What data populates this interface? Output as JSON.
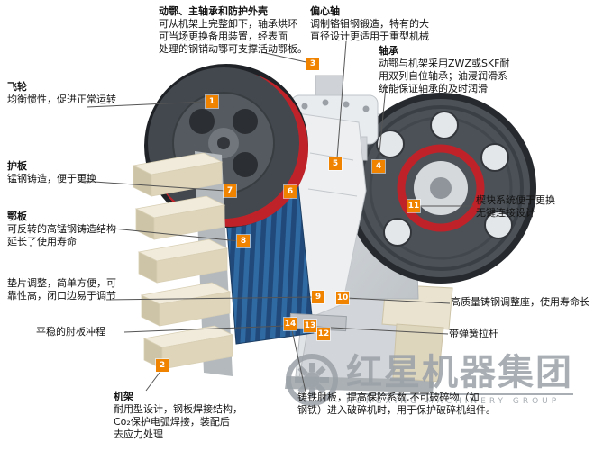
{
  "colors": {
    "marker_orange": "#f08300",
    "leader_line": "#555555",
    "watermark_gray": "#9aa1a7",
    "jaw_blue": "#2f6aa3",
    "wheel_red": "#bf2329"
  },
  "callouts": {
    "moving_jaw_assembly": {
      "title": "动鄂、主轴承和防护外壳",
      "lines": [
        "可从机架上完整卸下，轴承烘环",
        "可当场更换备用装置，经表面",
        "处理的钢销动鄂可支撑活动鄂板。"
      ]
    },
    "eccentric_shaft": {
      "title": "偏心轴",
      "lines": [
        "调制铬钼钢锻造，特有的大",
        "直径设计更适用于重型机械"
      ]
    },
    "bearing": {
      "title": "轴承",
      "lines": [
        "动鄂与机架采用ZWZ或SKF耐",
        "用双列自位轴承；油浸润滑系",
        "统能保证轴承的及时润滑"
      ]
    },
    "flywheel": {
      "title": "飞轮",
      "lines": [
        "均衡惯性，促进正常运转"
      ]
    },
    "guard_plate": {
      "title": "护板",
      "lines": [
        "锰钢铸造，便于更换"
      ]
    },
    "jaw_plate": {
      "title": "鄂板",
      "lines": [
        "可反转的高锰钢铸造结构",
        "延长了使用寿命"
      ]
    },
    "shim_adjustment": {
      "lines": [
        "垫片调整，简单方便，可",
        "靠性高，闭口边易于调节"
      ]
    },
    "toggle_stroke": {
      "lines": [
        "平稳的肘板冲程"
      ]
    },
    "frame": {
      "title": "机架",
      "lines": [
        "耐用型设计，钢板焊接结构，",
        "Co₂保护电弧焊接，装配后",
        "去应力处理"
      ]
    },
    "wedge_system": {
      "lines": [
        "楔块系统便于更换",
        "无键连接设计"
      ]
    },
    "adjust_seat": {
      "lines": [
        "高质量铸钢调整座，使用寿命长"
      ]
    },
    "spring_rod": {
      "lines": [
        "带弹簧拉杆"
      ]
    },
    "toggle_plate": {
      "lines": [
        "铸铁肘板，提高保险系数,不可破碎物（如",
        "钢铁）进入破碎机时，用于保护破碎机组件。"
      ]
    }
  },
  "markers": [
    "1",
    "2",
    "3",
    "4",
    "5",
    "6",
    "7",
    "8",
    "9",
    "10",
    "11",
    "12",
    "13",
    "14"
  ],
  "watermark": {
    "cn": "红星机器集团",
    "en": "HONGXING MACHINERY GROUP"
  }
}
